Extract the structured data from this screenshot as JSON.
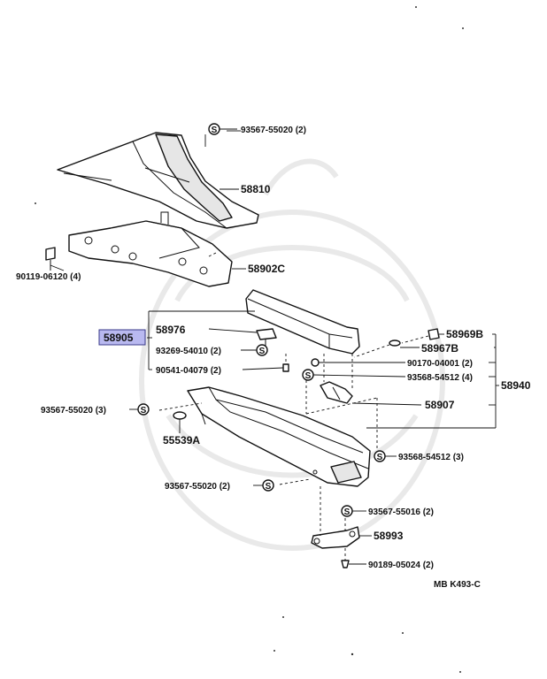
{
  "highlight_color": "#b9b9f0",
  "labels": {
    "p93567_55020_top": "93567-55020 (2)",
    "p58810": "58810",
    "p58902C": "58902C",
    "p90119_06120": "90119-06120 (4)",
    "p58905": "58905",
    "p58976": "58976",
    "p93269_54010": "93269-54010 (2)",
    "p90541_04079": "90541-04079 (2)",
    "p58969B": "58969B",
    "p58967B": "58967B",
    "p90170_04001": "90170-04001 (2)",
    "p93568_54512_4": "93568-54512 (4)",
    "p58940": "58940",
    "p58907": "58907",
    "p93567_55020_left": "93567-55020 (3)",
    "p55539A": "55539A",
    "p93568_54512_3": "93568-54512 (3)",
    "p93567_55020_mid": "93567-55020 (2)",
    "p93567_55016": "93567-55016 (2)",
    "p58993": "58993",
    "p90189_05024": "90189-05024 (2)",
    "diagram_code": "MB K493-C"
  },
  "symbols": {
    "screw": "S"
  }
}
